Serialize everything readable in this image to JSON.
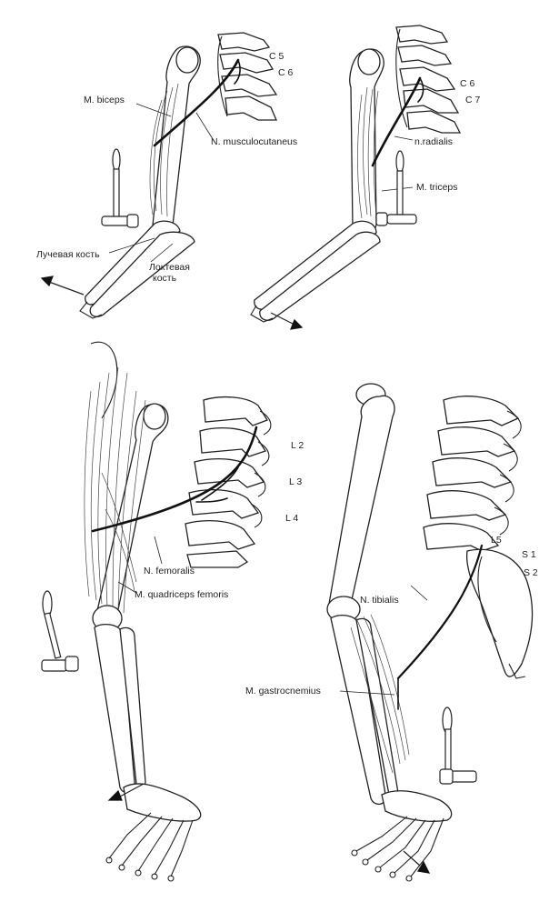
{
  "panels": {
    "biceps": {
      "muscle": "M. biceps",
      "nerve": "N. musculocutaneus",
      "segments": [
        "C 5",
        "C 6"
      ],
      "bone_radius": "Лучевая кость",
      "bone_ulna_line1": "Локтевая",
      "bone_ulna_line2": "кость"
    },
    "triceps": {
      "muscle": "M. triceps",
      "nerve": "n.radialis",
      "segments": [
        "C 6",
        "C 7"
      ]
    },
    "knee": {
      "muscle": "M. quadriceps femoris",
      "nerve": "N. femoralis",
      "segments": [
        "L 2",
        "L 3",
        "L 4"
      ]
    },
    "ankle": {
      "muscle": "M. gastrocnemius",
      "nerve": "N. tibialis",
      "segments": [
        "L5",
        "S 1",
        "S 2"
      ]
    }
  },
  "icons": {
    "hammer": "reflex-hammer-icon",
    "arrow": "movement-arrow-icon"
  },
  "colors": {
    "line": "#222222",
    "background": "#ffffff"
  }
}
